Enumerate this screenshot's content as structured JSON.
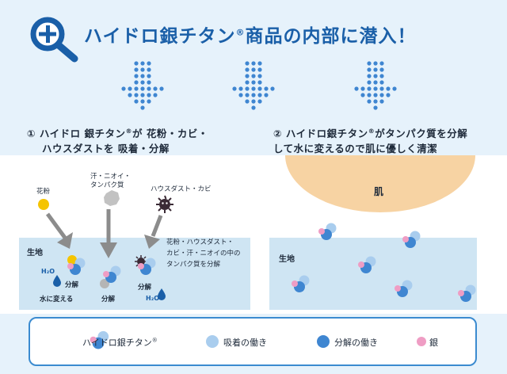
{
  "title": {
    "text": "ハイドロ銀チタン",
    "mark": "®",
    "suffix": "商品の内部に潜入！"
  },
  "icons": [
    "magnifier-plus-icon",
    "dotted-arrow-down-icon"
  ],
  "colors": {
    "title_blue": "#1a5fa8",
    "skin": "#f7d3a3",
    "light_blue": "#a9cdee",
    "dark_blue": "#3f86d1",
    "silver_pink": "#ef9dc4",
    "panel": "#cfe5f3",
    "pollen_yellow": "#f5c400",
    "dust_gray": "#c2c2c2",
    "mite_dark": "#3a2a35",
    "arrow_gray": "#8c8c8c",
    "legend_border": "#3b8bd0"
  },
  "step1": {
    "line1": "① ハイドロ 銀チタン",
    "mark": "®",
    "line1_end": "が 花粉・カビ・",
    "line2": "ハウスダストを 吸着・分解"
  },
  "step2": {
    "line1": "② ハイドロ銀チタン",
    "mark": "®",
    "line1_end": "がタンパク質を分解",
    "line2": "して水に変えるので肌に優しく清潔"
  },
  "labels": {
    "pollen": "花粉",
    "sweat_line1": "汗・ニオイ・",
    "sweat_line2": "タンパク質",
    "dust_mold": "ハウスダスト・カビ",
    "fabric_left": "生地",
    "fabric_right": "生地",
    "skin": "肌",
    "desc_line1": "花粉・ハウスダスト・",
    "desc_line2": "カビ・汗・ニオイの中の",
    "desc_line3": "タンパク質を分解",
    "h2o_1": "H₂O",
    "h2o_2": "H₂O",
    "decompose_1": "分解",
    "decompose_2": "分解",
    "decompose_3": "分解",
    "to_water": "水に変える"
  },
  "legend": {
    "item1": "ハイドロ銀チタン",
    "item1_mark": "®",
    "item2": "吸着の働き",
    "item3": "分解の働き",
    "item4": "銀"
  }
}
